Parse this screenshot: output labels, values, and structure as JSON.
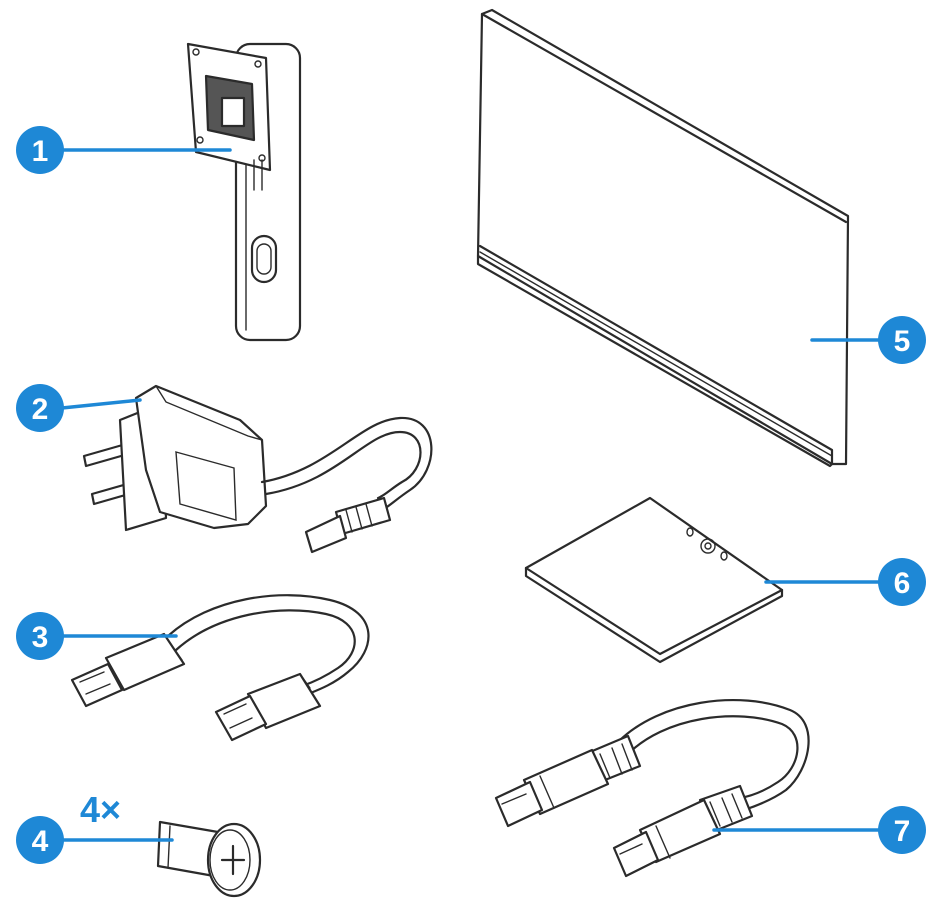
{
  "accent_color": "#1e88d6",
  "items": [
    {
      "number": "1",
      "icon": "stand-neck-icon"
    },
    {
      "number": "2",
      "icon": "power-adapter-icon"
    },
    {
      "number": "3",
      "icon": "hdmi-cable-icon"
    },
    {
      "number": "4",
      "icon": "screw-icon",
      "quantity": "4×"
    },
    {
      "number": "5",
      "icon": "monitor-panel-icon"
    },
    {
      "number": "6",
      "icon": "stand-base-icon"
    },
    {
      "number": "7",
      "icon": "displayport-cable-icon"
    }
  ]
}
